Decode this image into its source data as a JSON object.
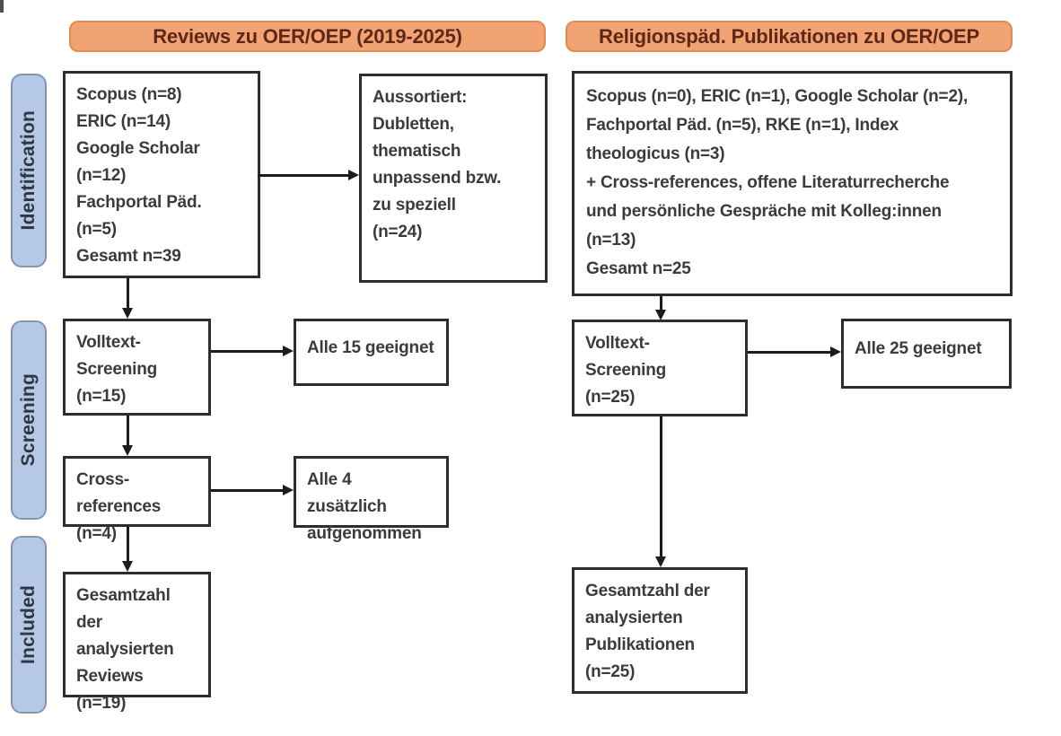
{
  "stages": [
    {
      "label": "Identification"
    },
    {
      "label": "Screening"
    },
    {
      "label": "Included"
    }
  ],
  "left": {
    "header": "Reviews zu OER/OEP (2019-2025)",
    "identification": "Scopus (n=8)\nERIC (n=14)\nGoogle Scholar\n(n=12)\nFachportal Päd.\n(n=5)\nGesamt n=39",
    "excluded": "Aussortiert:\nDubletten,\nthematisch\nunpassend bzw.\nzu speziell\n(n=24)",
    "fulltext": "Volltext-\nScreening\n(n=15)",
    "fulltext_result": "Alle 15 geeignet",
    "crossref": "Cross-references\n(n=4)",
    "crossref_result": "Alle 4 zusätzlich\naufgenommen",
    "included": "Gesamtzahl der\nanalysierten\nReviews\n(n=19)"
  },
  "right": {
    "header": "Religionspäd. Publikationen zu OER/OEP",
    "identification": "Scopus (n=0), ERIC (n=1), Google Scholar (n=2),\nFachportal Päd. (n=5), RKE (n=1), Index\ntheologicus (n=3)\n+ Cross-references, offene Literaturrecherche\nund persönliche Gespräche mit Kolleg:innen\n(n=13)\nGesamt n=25",
    "fulltext": "Volltext-\nScreening\n(n=25)",
    "fulltext_result": "Alle 25 geeignet",
    "included": "Gesamtzahl der\nanalysierten\nPublikationen\n(n=25)"
  },
  "colors": {
    "header_fill": "#f2a374",
    "header_border": "#e08a55",
    "header_text": "#5e2717",
    "stage_fill": "#b5c8e6",
    "stage_border": "#8496ad",
    "stage_text": "#2e3644",
    "box_border": "#2d2d2d",
    "box_text": "#3b3b3b",
    "arrow": "#1c1c1c",
    "background": "#ffffff"
  }
}
